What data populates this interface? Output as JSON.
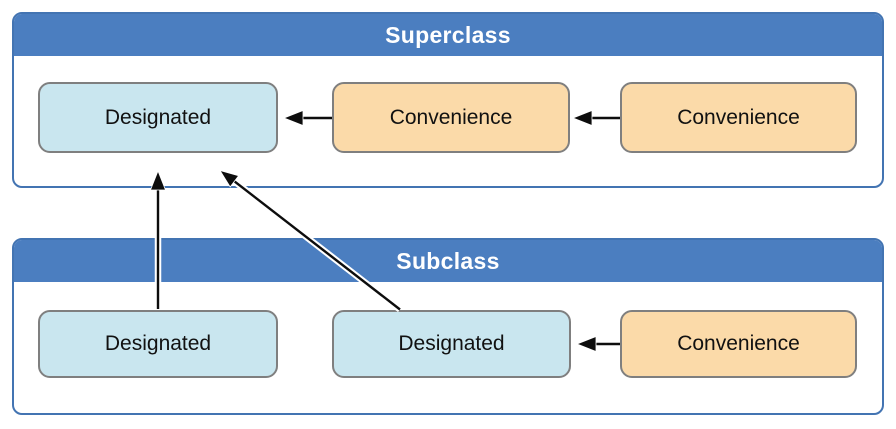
{
  "colors": {
    "header_blue": "#4B7EC0",
    "container_border_blue": "#4374B2",
    "designated_fill": "#C9E6EF",
    "convenience_fill": "#FBDAA9",
    "box_border_gray": "#7f7f7f",
    "header_text": "#FFFFFF",
    "label_text": "#111111",
    "arrow_black": "#0d0d0d",
    "arrow_casing_white": "#FFFFFF",
    "background": "#FFFFFF"
  },
  "superclass": {
    "title": "Superclass",
    "boxes": [
      {
        "label": "Designated",
        "type": "designated"
      },
      {
        "label": "Convenience",
        "type": "convenience"
      },
      {
        "label": "Convenience",
        "type": "convenience"
      }
    ]
  },
  "subclass": {
    "title": "Subclass",
    "boxes": [
      {
        "label": "Designated",
        "type": "designated"
      },
      {
        "label": "Designated",
        "type": "designated"
      },
      {
        "label": "Convenience",
        "type": "convenience"
      }
    ]
  },
  "arrows": [
    {
      "from": "superclass-convenience-1",
      "to": "superclass-designated"
    },
    {
      "from": "superclass-convenience-2",
      "to": "superclass-convenience-1"
    },
    {
      "from": "subclass-convenience",
      "to": "subclass-designated-2"
    },
    {
      "from": "subclass-designated-1",
      "to": "superclass-designated"
    },
    {
      "from": "subclass-designated-2",
      "to": "superclass-designated"
    }
  ]
}
